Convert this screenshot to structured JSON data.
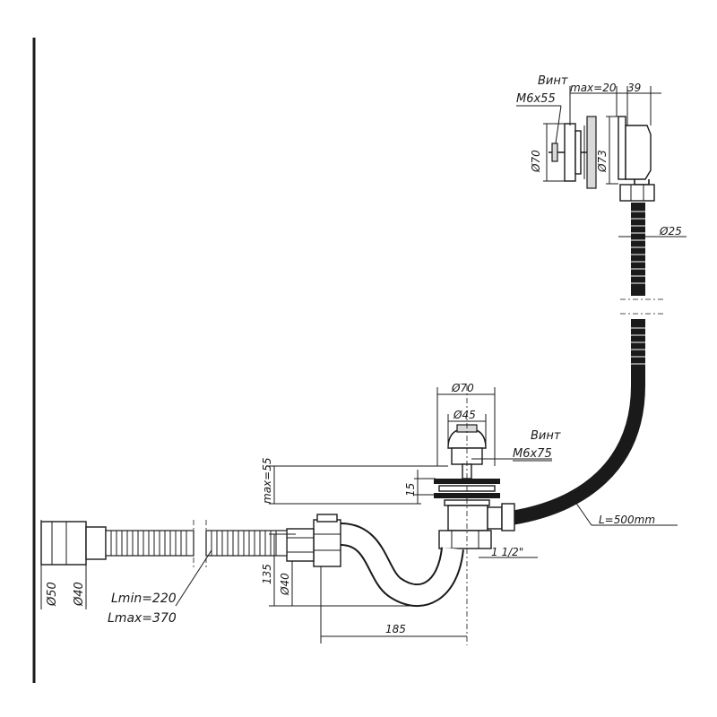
{
  "labels": {
    "vint_top": "Винт",
    "screw_top": "M6x55",
    "max20": "max=20",
    "dim39": "39",
    "d70_top": "Ø70",
    "d73": "Ø73",
    "d25": "Ø25",
    "d70_mid": "Ø70",
    "d45": "Ø45",
    "vint_mid": "Винт",
    "screw_mid": "M6x75",
    "max55": "max=55",
    "dim15": "15",
    "hose_length": "L=500mm",
    "thread": "1 1/2\"",
    "dim135": "135",
    "d40_siphon": "Ø40",
    "d50": "Ø50",
    "d40_pipe": "Ø40",
    "lmin": "Lmin=220",
    "lmax": "Lmax=370",
    "dim185": "185"
  },
  "colors": {
    "ink": "#1a1a1a",
    "background": "#ffffff"
  }
}
